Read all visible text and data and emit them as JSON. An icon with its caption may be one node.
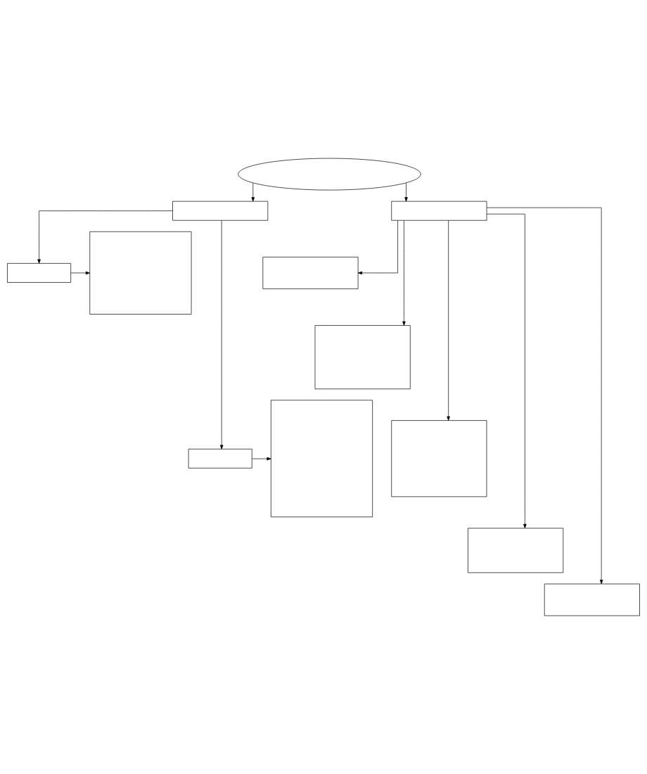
{
  "diagram": {
    "nodes": [
      {
        "text": [],
        "shape": "ellipse"
      },
      {
        "text": [],
        "shape": "box"
      },
      {
        "text": [],
        "shape": "box"
      },
      {
        "text": [],
        "shape": "box"
      },
      {
        "text": [],
        "shape": "box"
      },
      {
        "text": [],
        "shape": "box"
      },
      {
        "text": [],
        "shape": "box"
      },
      {
        "text": [],
        "shape": "box"
      },
      {
        "text": [],
        "shape": "box"
      },
      {
        "text": [],
        "shape": "box"
      },
      {
        "text": [],
        "shape": "box"
      },
      {
        "text": [],
        "shape": "box"
      }
    ],
    "edges": [
      {
        "from": 0,
        "to": 1,
        "arrow": "to"
      },
      {
        "from": 0,
        "to": 2,
        "arrow": "to"
      },
      {
        "from": 1,
        "to": 3,
        "arrow": "to"
      },
      {
        "from": 1,
        "to": 7,
        "arrow": "to"
      },
      {
        "from": 3,
        "to": 4,
        "arrow": "to"
      },
      {
        "from": 7,
        "to": 8,
        "arrow": "to"
      },
      {
        "from": 2,
        "to": 5,
        "arrow": "to"
      },
      {
        "from": 2,
        "to": 6,
        "arrow": "to"
      },
      {
        "from": 2,
        "to": 9,
        "arrow": "to"
      },
      {
        "from": 2,
        "to": 10,
        "arrow": "to"
      },
      {
        "from": 2,
        "to": 11,
        "arrow": "to"
      }
    ]
  }
}
